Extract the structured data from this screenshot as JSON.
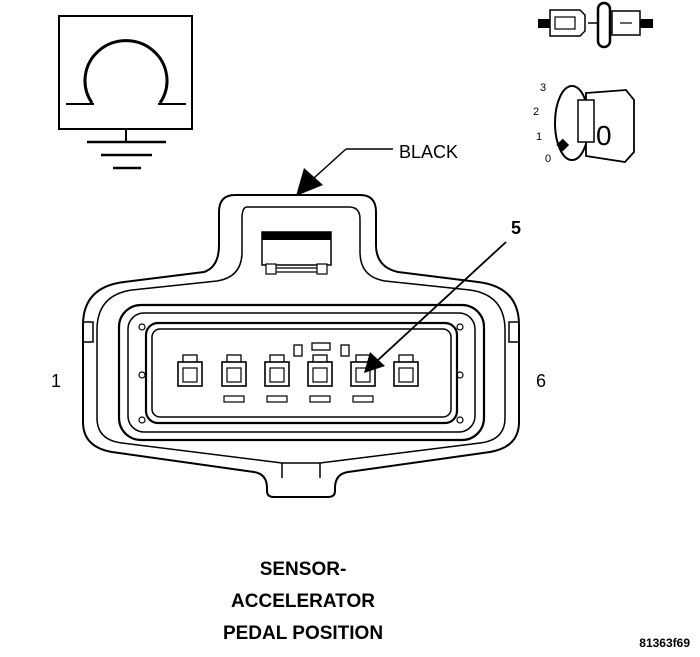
{
  "connector": {
    "color_label": "BLACK",
    "pin_callout": "5",
    "left_pin": "1",
    "right_pin": "6"
  },
  "key_position": {
    "scale": [
      "3",
      "2",
      "1",
      "0"
    ],
    "current": "0"
  },
  "caption": [
    "SENSOR-",
    "ACCELERATOR",
    "PEDAL POSITION"
  ],
  "figure_code": "81363f69"
}
